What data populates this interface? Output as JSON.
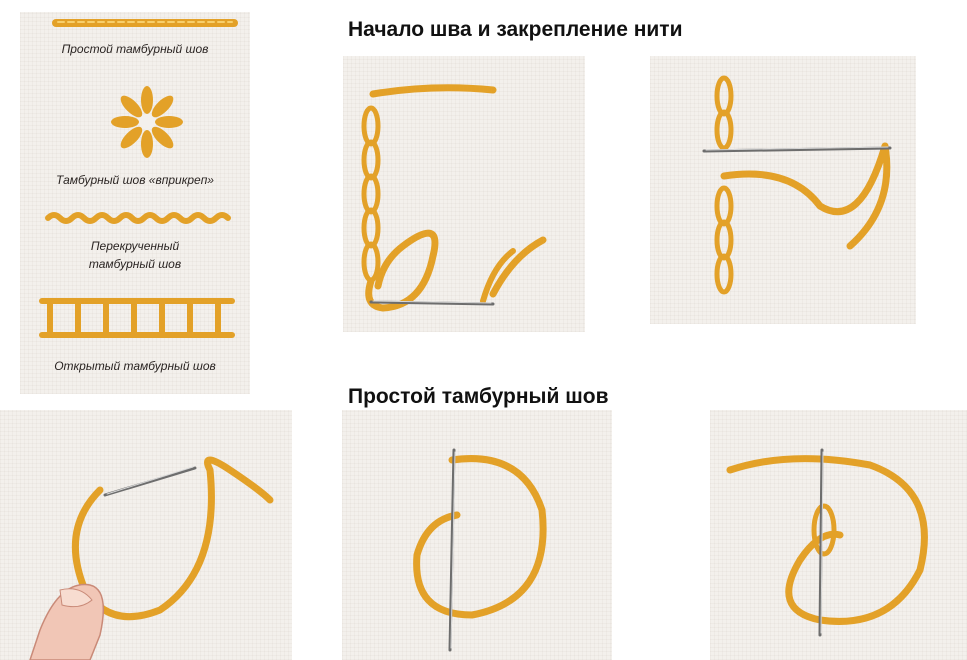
{
  "legend": {
    "captions": [
      "Простой тамбурный шов",
      "Тамбурный шов «вприкреп»",
      "Перекрученный",
      "тамбурный шов",
      "Открытый тамбурный шов"
    ]
  },
  "sections": {
    "start_title": "Начало шва и закрепление нити",
    "simple_title": "Простой тамбурный шов"
  },
  "colors": {
    "thread": "#e3a128",
    "thread_highlight": "#f7cf6c",
    "fabric": "#f3f0ec",
    "needle": "#6d6d6d"
  }
}
